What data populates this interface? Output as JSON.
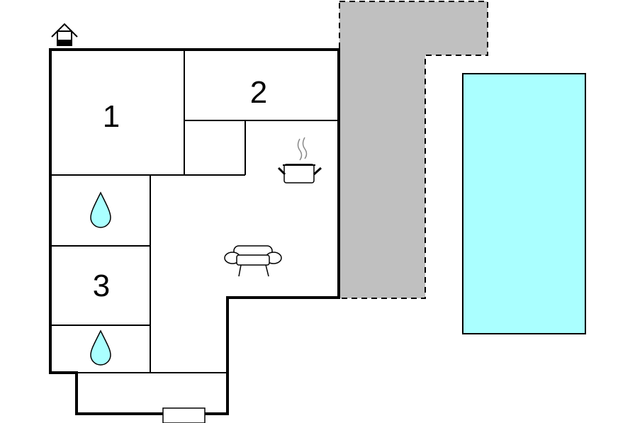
{
  "floor_plan": {
    "rooms": [
      {
        "id": "room-1",
        "label": "1"
      },
      {
        "id": "room-2",
        "label": "2"
      },
      {
        "id": "room-3",
        "label": "3"
      }
    ],
    "icons": {
      "entrance": "house-entrance-icon",
      "bathroom": "water-drop-icon",
      "kitchen": "cooking-pot-icon",
      "living": "sofa-icon",
      "window": "window-icon"
    },
    "colors": {
      "terrace": "#c0c0c0",
      "pool": "#aaffff",
      "walls": "#000000",
      "interior": "#ffffff"
    }
  }
}
